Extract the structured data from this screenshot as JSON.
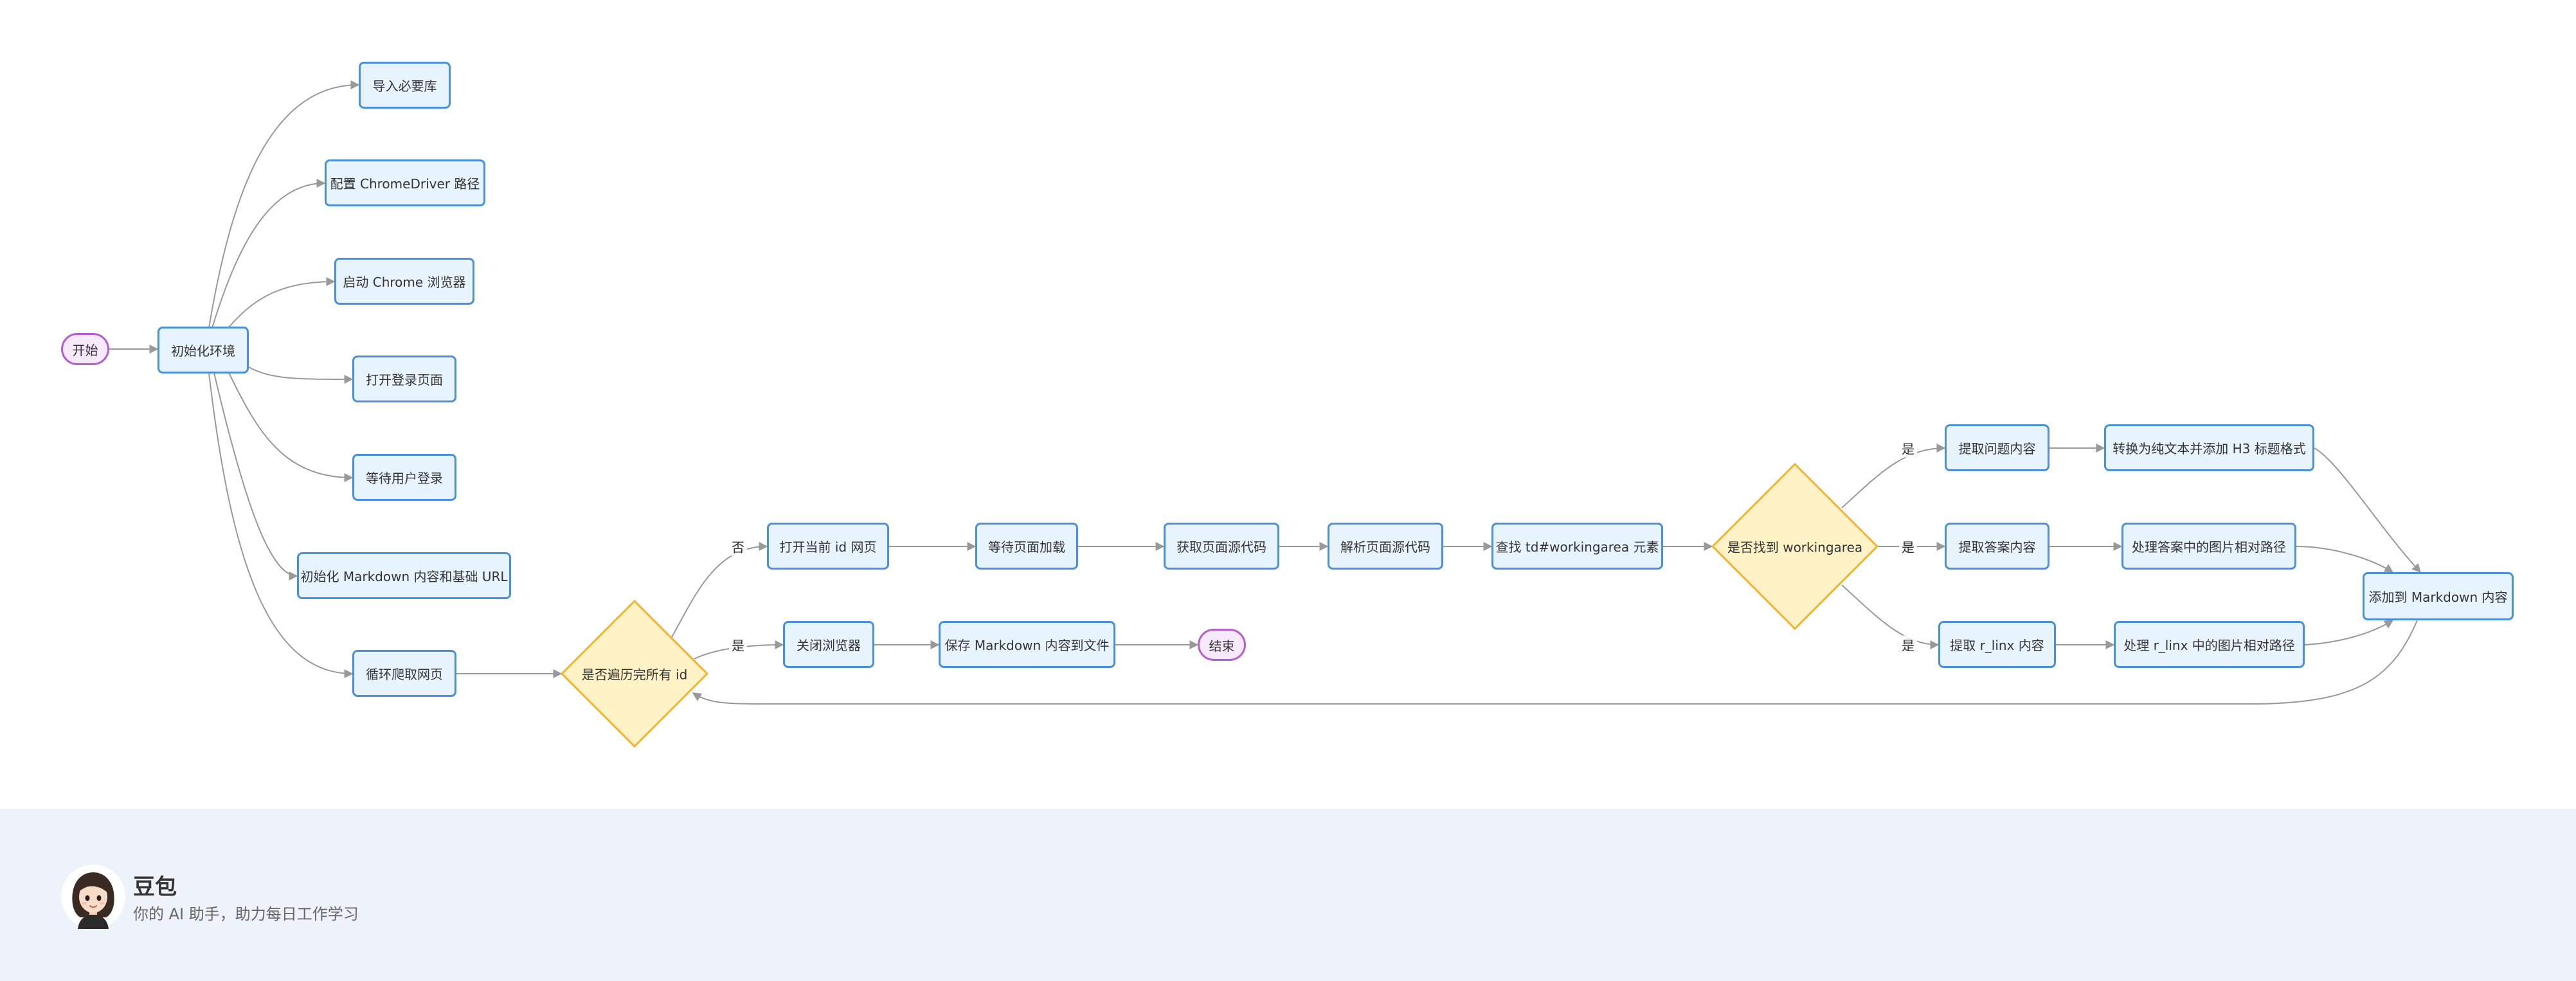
{
  "flowchart": {
    "nodes": {
      "start": "开始",
      "init_env": "初始化环境",
      "import_libs": "导入必要库",
      "config_driver": "配置 ChromeDriver 路径",
      "launch_chrome": "启动 Chrome 浏览器",
      "open_login": "打开登录页面",
      "wait_login": "等待用户登录",
      "init_markdown": "初始化 Markdown 内容和基础 URL",
      "loop_crawl": "循环爬取网页",
      "decision_all_ids": "是否遍历完所有 id",
      "open_current": "打开当前 id 网页",
      "wait_load": "等待页面加载",
      "get_source": "获取页面源代码",
      "parse_source": "解析页面源代码",
      "find_td": "查找 td#workingarea 元素",
      "decision_found": "是否找到 workingarea",
      "close_browser": "关闭浏览器",
      "save_markdown": "保存 Markdown 内容到文件",
      "end": "结束",
      "extract_question": "提取问题内容",
      "extract_answer": "提取答案内容",
      "extract_rlinx": "提取 r_linx 内容",
      "to_h3": "转换为纯文本并添加 H3 标题格式",
      "fix_answer_img": "处理答案中的图片相对路径",
      "fix_rlinx_img": "处理 r_linx 中的图片相对路径",
      "add_markdown": "添加到 Markdown 内容"
    },
    "edge_labels": {
      "no": "否",
      "yes_close": "是",
      "yes_q": "是",
      "yes_a": "是",
      "yes_r": "是"
    }
  },
  "footer": {
    "brand_name": "豆包",
    "tagline": "你的 AI 助手，助力每日工作学习",
    "avatar_icon": "avatar-girl-icon"
  },
  "colors": {
    "node_fill": "#e8f4fd",
    "node_border": "#4a90d9",
    "terminal_fill": "#f6e9fb",
    "terminal_border": "#b45fd0",
    "decision_fill": "#fff2c6",
    "decision_border": "#f0b432",
    "edge": "#999999",
    "footer_bg": "#eef2fa"
  }
}
